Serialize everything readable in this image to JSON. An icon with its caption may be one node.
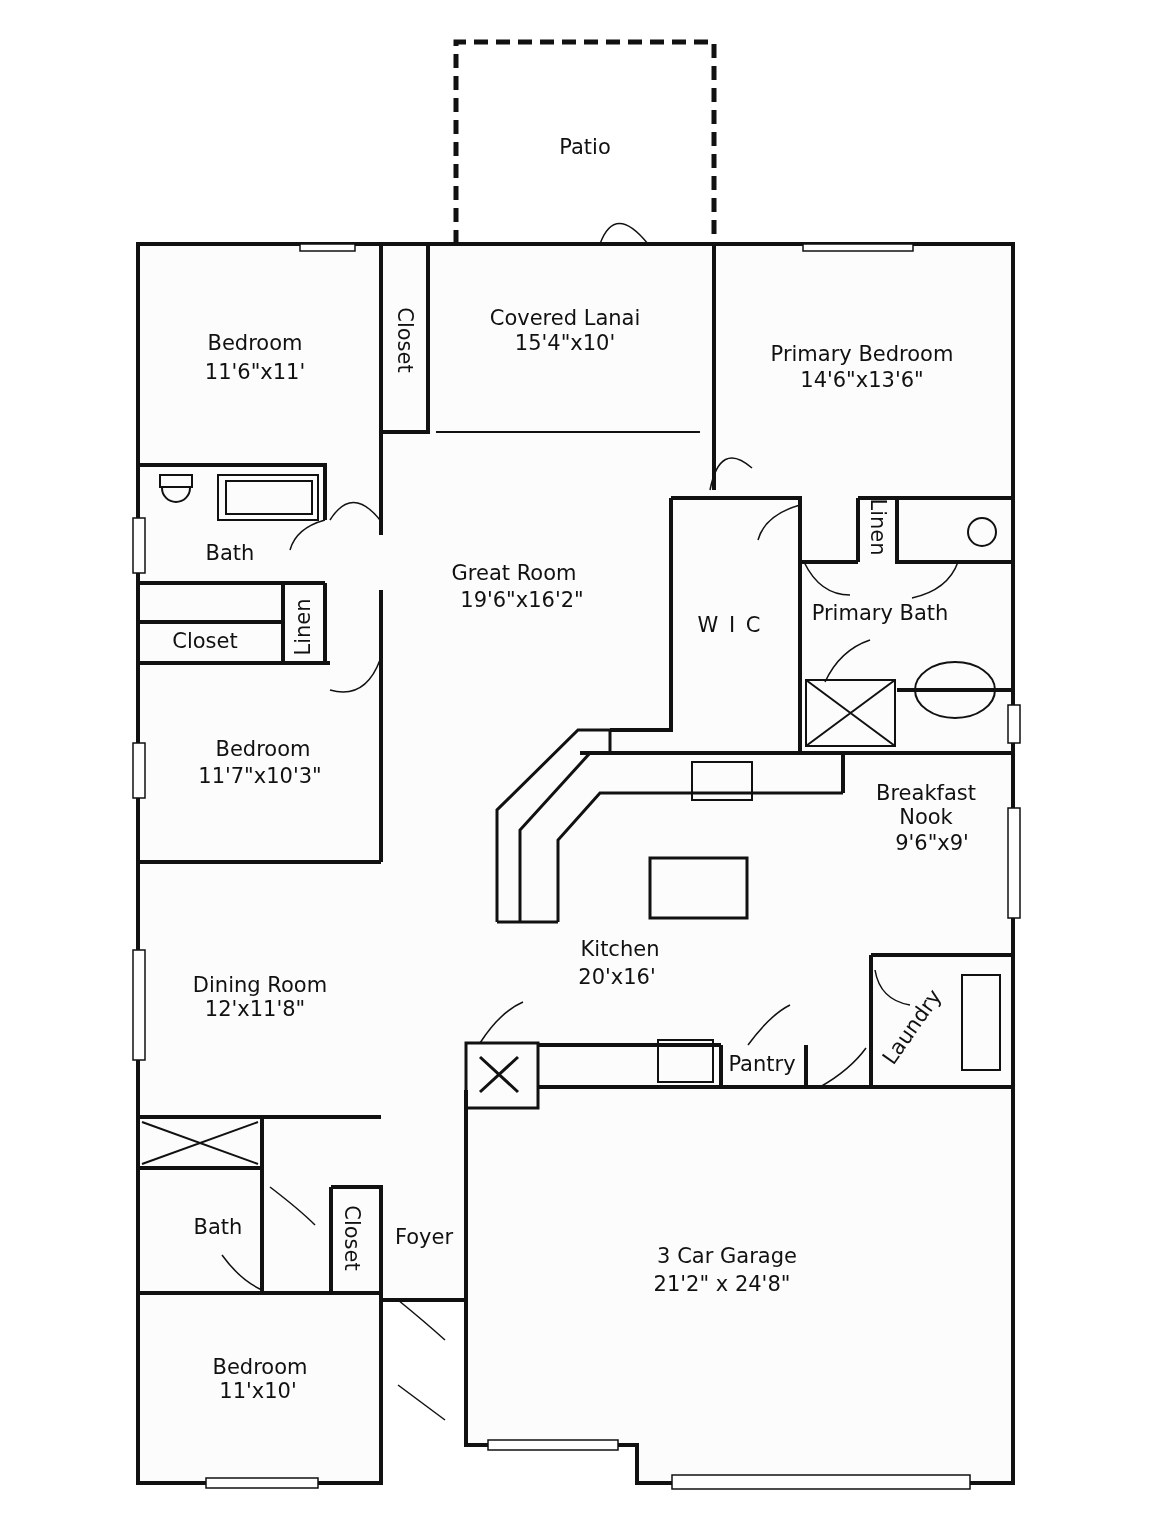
{
  "diagram": {
    "labels": [
      "Patio",
      "Closet",
      "Covered Lanai",
      "15'4\"x10'",
      "Bedroom",
      "11'6\"x11'",
      "Primary Bedroom",
      "14'6\"x13'6\"",
      "Linen",
      "Bath",
      "Great Room",
      "19'6\"x16'2\"",
      "W I C",
      "Primary Bath",
      "Linen",
      "Closet",
      "Bedroom",
      "11'7\"x10'3\"",
      "Breakfast Nook",
      "9'6\"x9'",
      "Kitchen",
      "20'x16'",
      "Dining Room",
      "12'x11'8\"",
      "Laundry",
      "Pantry",
      "Bath",
      "Closet",
      "Foyer",
      "3 Car Garage",
      "21'2\" x 24'8\"",
      "Bedroom",
      "11'x10'"
    ]
  }
}
